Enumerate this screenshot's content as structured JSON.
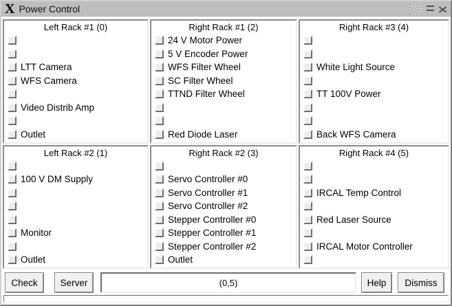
{
  "window": {
    "title": "Power Control",
    "logo_glyph": "X",
    "titlebar_icons": [
      "dither-icon",
      "minimize-icon",
      "close-icon"
    ]
  },
  "colors": {
    "titlebar_bg": "#bdbdbd",
    "panel_bg": "#ffffff",
    "button_face": "#f0f0f0",
    "border_dark": "#6e6e6e",
    "border_light": "#fafafa",
    "text": "#000000"
  },
  "panels": [
    {
      "title": "Left Rack #1 (0)",
      "items": [
        "",
        "",
        "LTT Camera",
        "WFS Camera",
        "",
        "Video Distrib Amp",
        "",
        "Outlet"
      ]
    },
    {
      "title": "Right Rack #1 (2)",
      "items": [
        "24 V Motor Power",
        "5 V Encoder Power",
        "WFS Filter Wheel",
        "SC Filter Wheel",
        "TTND Filter Wheel",
        "",
        "",
        "Red Diode Laser"
      ]
    },
    {
      "title": "Right Rack #3 (4)",
      "items": [
        "",
        "",
        "White Light Source",
        "",
        "TT 100V Power",
        "",
        "",
        "Back WFS Camera"
      ]
    },
    {
      "title": "Left Rack #2 (1)",
      "items": [
        "",
        "100 V DM Supply",
        "",
        "",
        "",
        "Monitor",
        "",
        "Outlet"
      ]
    },
    {
      "title": "Right Rack #2 (3)",
      "items": [
        "",
        "Servo Controller #0",
        "Servo Controller #1",
        "Servo Controller #2",
        "Stepper Controller #0",
        "Stepper Controller #1",
        "Stepper Controller #2",
        "Outlet"
      ]
    },
    {
      "title": "Right Rack #4 (5)",
      "items": [
        "",
        "",
        "IRCAL Temp Control",
        "",
        "Red Laser Source",
        "",
        "IRCAL Motor Controller",
        ""
      ]
    }
  ],
  "footer": {
    "check_label": "Check",
    "server_label": "Server",
    "status_value": "(0,5)",
    "help_label": "Help",
    "dismiss_label": "Dismiss"
  }
}
